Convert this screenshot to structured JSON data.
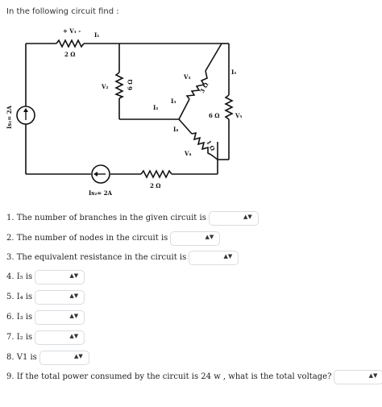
{
  "intro": "In the following circuit find :",
  "circuit": {
    "v1_label": "+ V₁ -",
    "r_top": "2 Ω",
    "i1": "I₁",
    "is1": "Is₁= 2A",
    "v2": "V₂",
    "r_mid": "6 Ω",
    "i2": "I₂",
    "i3": "I₃",
    "i4": "I₄",
    "v3": "V₃",
    "r_3ohm": "3 Ω",
    "i5": "I₅",
    "r_6right": "6 Ω",
    "v5": "V₅",
    "v4": "V₄",
    "r_1ohm": "1 Ω",
    "r_bottom": "2 Ω",
    "is2": "Is₂= 2A"
  },
  "questions": [
    {
      "text": "1. The number of branches in the given circuit is"
    },
    {
      "text": "2. The number of nodes in the circuit is"
    },
    {
      "text": "3. The equivalent resistance in the circuit is"
    },
    {
      "text": "4. I₅ is"
    },
    {
      "text": "5. I₄ is"
    },
    {
      "text": "6. I₃ is"
    },
    {
      "text": "7. I₂ is"
    },
    {
      "text": "8. V1 is"
    },
    {
      "text": "9. If the total power consumed by the circuit is 24 w , what is the total voltage?"
    }
  ],
  "dropdown_icon": "up-down-arrows-icon",
  "dropdown_arrow": "▲▼"
}
